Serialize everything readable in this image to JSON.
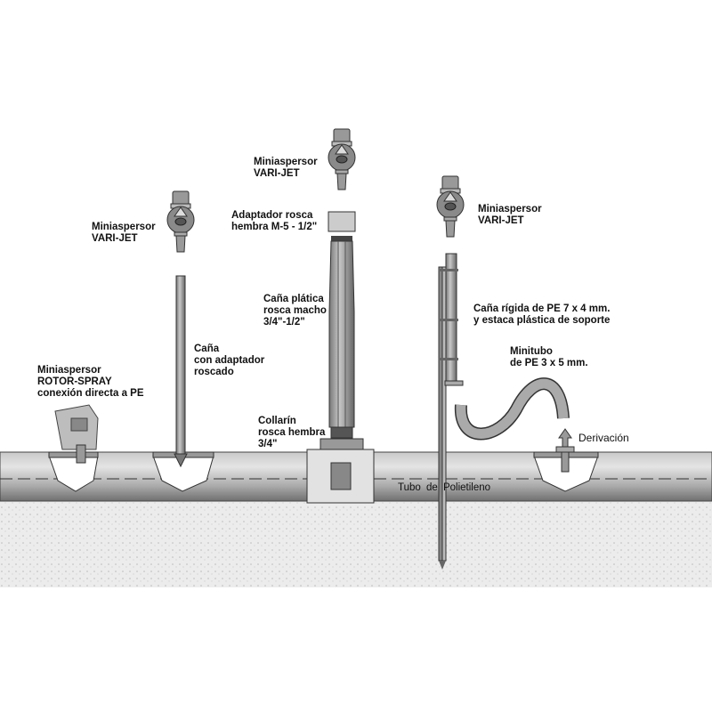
{
  "labels": {
    "varijet_left": [
      "Miniaspersor",
      "VARI-JET"
    ],
    "varijet_center": [
      "Miniaspersor",
      "VARI-JET"
    ],
    "varijet_right": [
      "Miniaspersor",
      "VARI-JET"
    ],
    "adaptador": [
      "Adaptador rosca",
      "hembra M-5 - 1/2\""
    ],
    "cana_platica": [
      "Caña plática",
      "rosca macho",
      "3/4\"-1/2\""
    ],
    "cana_adaptador": [
      "Caña",
      "con adaptador",
      "roscado"
    ],
    "rotor_spray": [
      "Miniaspersor",
      "ROTOR-SPRAY",
      "conexión directa a PE"
    ],
    "collarin": [
      "Collarín",
      "rosca hembra",
      "3/4\""
    ],
    "cana_rigida": [
      "Caña rígida de PE 7 x 4 mm.",
      "y estaca plástica de soporte"
    ],
    "minitubo": [
      "Minitubo",
      "de PE 3 x 5 mm."
    ],
    "derivacion": "Derivación",
    "tubo": "Tubo de Polietileno"
  }
}
